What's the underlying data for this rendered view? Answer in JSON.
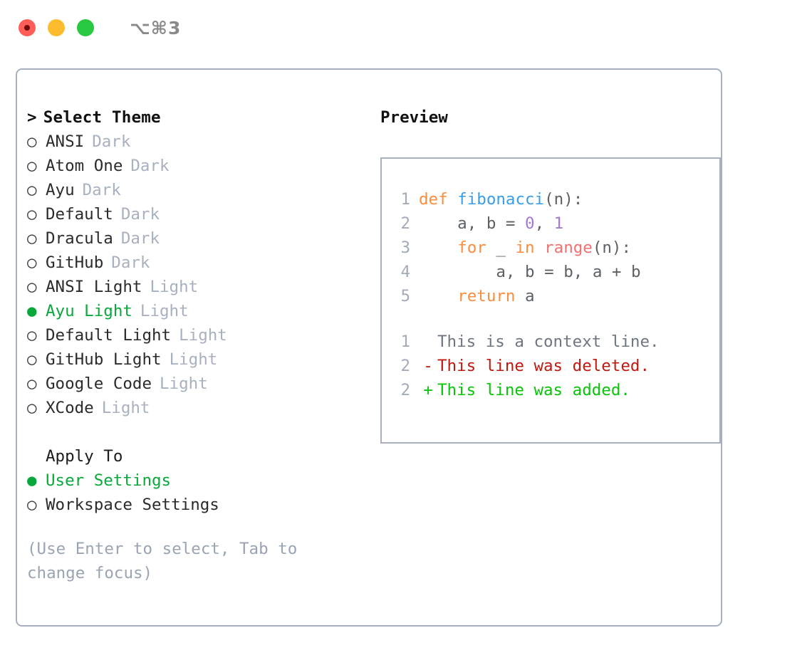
{
  "window": {
    "shortcut_label": "⌥⌘3",
    "traffic_lights": [
      {
        "name": "close",
        "color": "#ff5f57"
      },
      {
        "name": "minimize",
        "color": "#fdbc2e"
      },
      {
        "name": "zoom",
        "color": "#28c840"
      }
    ]
  },
  "theme_picker": {
    "header": "Select Theme",
    "header_caret": ">",
    "radio_on": "●",
    "radio_off": "○",
    "options": [
      {
        "name": "ANSI",
        "kind": "Dark",
        "selected": false
      },
      {
        "name": "Atom One",
        "kind": "Dark",
        "selected": false
      },
      {
        "name": "Ayu",
        "kind": "Dark",
        "selected": false
      },
      {
        "name": "Default",
        "kind": "Dark",
        "selected": false
      },
      {
        "name": "Dracula",
        "kind": "Dark",
        "selected": false
      },
      {
        "name": "GitHub",
        "kind": "Dark",
        "selected": false
      },
      {
        "name": "ANSI Light",
        "kind": "Light",
        "selected": false
      },
      {
        "name": "Ayu Light",
        "kind": "Light",
        "selected": true
      },
      {
        "name": "Default Light",
        "kind": "Light",
        "selected": false
      },
      {
        "name": "GitHub Light",
        "kind": "Light",
        "selected": false
      },
      {
        "name": "Google Code",
        "kind": "Light",
        "selected": false
      },
      {
        "name": "XCode",
        "kind": "Light",
        "selected": false
      }
    ]
  },
  "apply_to": {
    "header": "Apply To",
    "options": [
      {
        "name": "User Settings",
        "selected": true
      },
      {
        "name": "Workspace Settings",
        "selected": false
      }
    ]
  },
  "hint": "(Use Enter to select, Tab to change focus)",
  "preview": {
    "title": "Preview",
    "code_lines": [
      {
        "num": "1",
        "tokens": [
          {
            "t": "def",
            "c": "tok-kw"
          },
          {
            "t": " ",
            "c": "tok-plain"
          },
          {
            "t": "fibonacci",
            "c": "tok-fn"
          },
          {
            "t": "(n):",
            "c": "tok-punct"
          }
        ]
      },
      {
        "num": "2",
        "tokens": [
          {
            "t": "    a, b = ",
            "c": "tok-plain"
          },
          {
            "t": "0",
            "c": "tok-num"
          },
          {
            "t": ", ",
            "c": "tok-plain"
          },
          {
            "t": "1",
            "c": "tok-num"
          }
        ]
      },
      {
        "num": "3",
        "tokens": [
          {
            "t": "    ",
            "c": "tok-plain"
          },
          {
            "t": "for",
            "c": "tok-kw"
          },
          {
            "t": " _ ",
            "c": "tok-plain"
          },
          {
            "t": "in",
            "c": "tok-kw"
          },
          {
            "t": " ",
            "c": "tok-plain"
          },
          {
            "t": "range",
            "c": "tok-builtin"
          },
          {
            "t": "(n):",
            "c": "tok-punct"
          }
        ]
      },
      {
        "num": "4",
        "tokens": [
          {
            "t": "        a, b = b, a + b",
            "c": "tok-plain"
          }
        ]
      },
      {
        "num": "5",
        "tokens": [
          {
            "t": "    ",
            "c": "tok-plain"
          },
          {
            "t": "return",
            "c": "tok-kw"
          },
          {
            "t": " a",
            "c": "tok-plain"
          }
        ]
      }
    ],
    "diff_lines": [
      {
        "num": "1",
        "marker": " ",
        "text": "This is a context line.",
        "cls": "diff-ctx"
      },
      {
        "num": "2",
        "marker": "-",
        "text": "This line was deleted.",
        "cls": "diff-del"
      },
      {
        "num": "2",
        "marker": "+",
        "text": "This line was added.",
        "cls": "diff-add"
      }
    ]
  },
  "colors": {
    "accent_green": "#0aa83c",
    "border": "#a7b0be",
    "muted": "#a8b1bf",
    "keyword": "#fa8d3e",
    "function": "#399ee6",
    "number": "#a37acc",
    "builtin": "#f07171",
    "diff_add": "#0ac40a",
    "diff_del": "#c0190f"
  }
}
